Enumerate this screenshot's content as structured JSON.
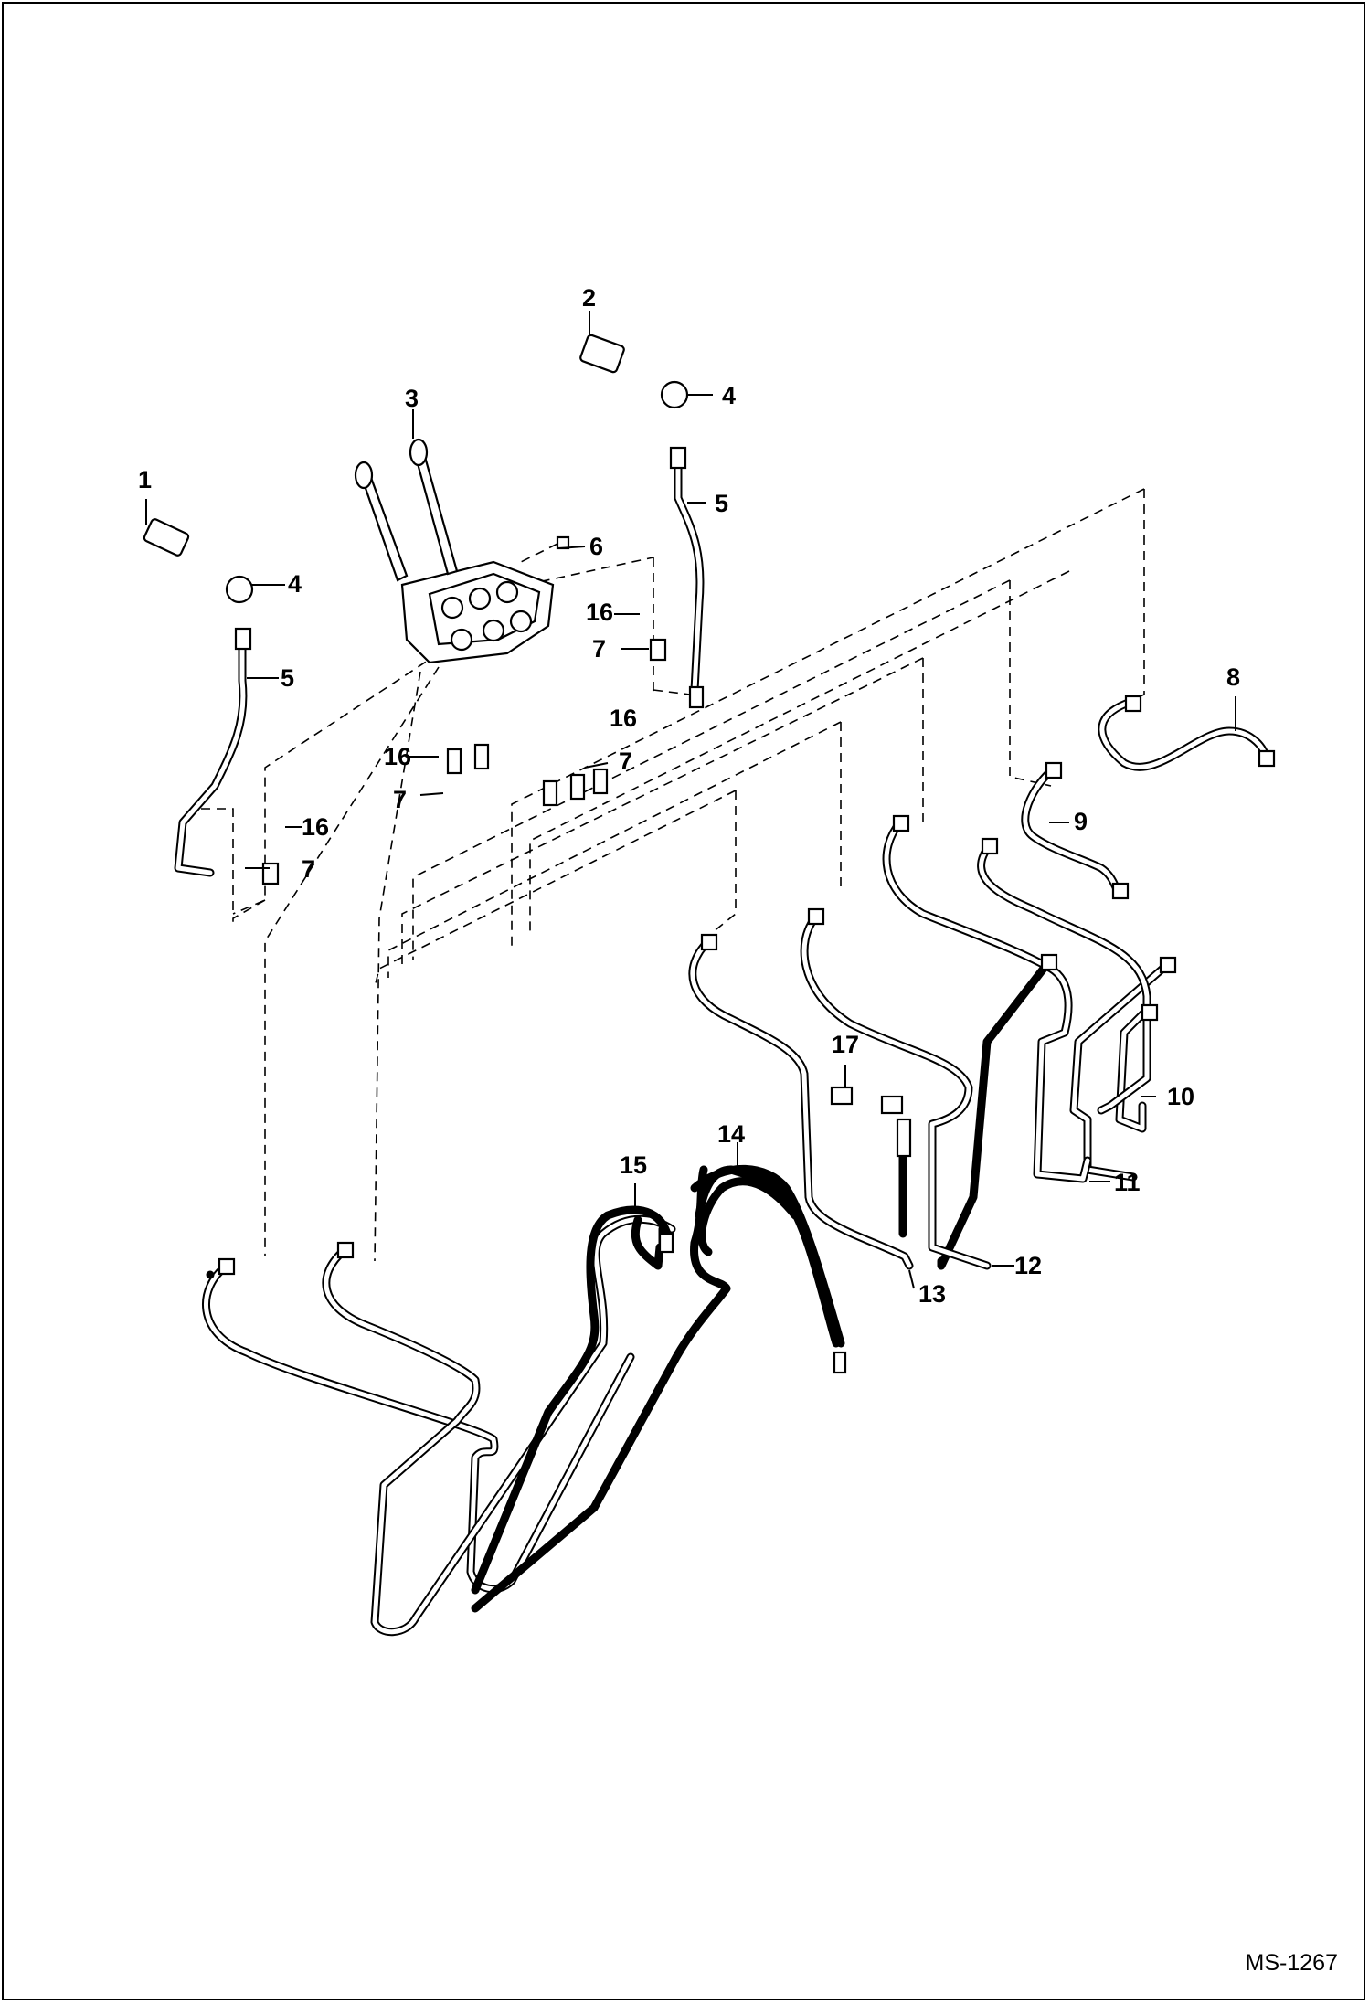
{
  "callouts": {
    "c1": "1",
    "c2": "2",
    "c3": "3",
    "c4a": "4",
    "c4b": "4",
    "c5a": "5",
    "c5b": "5",
    "c6": "6",
    "c7a": "7",
    "c7b": "7",
    "c7c": "7",
    "c7d": "7",
    "c8": "8",
    "c9": "9",
    "c10": "10",
    "c11": "11",
    "c12": "12",
    "c13": "13",
    "c14": "14",
    "c15": "15",
    "c16a": "16",
    "c16b": "16",
    "c16c": "16",
    "c16d": "16",
    "c17": "17"
  },
  "drawing_ref": "MS-1267",
  "colors": {
    "line": "#000000",
    "background": "#ffffff"
  }
}
